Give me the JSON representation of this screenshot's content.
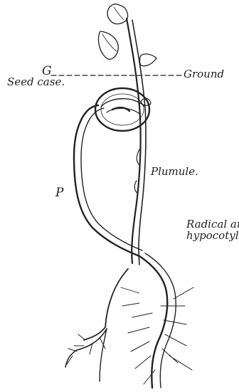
{
  "labels": {
    "g": "G",
    "ground": "Ground",
    "seed_case": "Seed case.",
    "plumule": "Plumule.",
    "p": "P",
    "radical_line1": "Radical and",
    "radical_line2": "hypocotyl."
  },
  "colors": {
    "ink": "#222222",
    "paper": "#ffffff"
  }
}
